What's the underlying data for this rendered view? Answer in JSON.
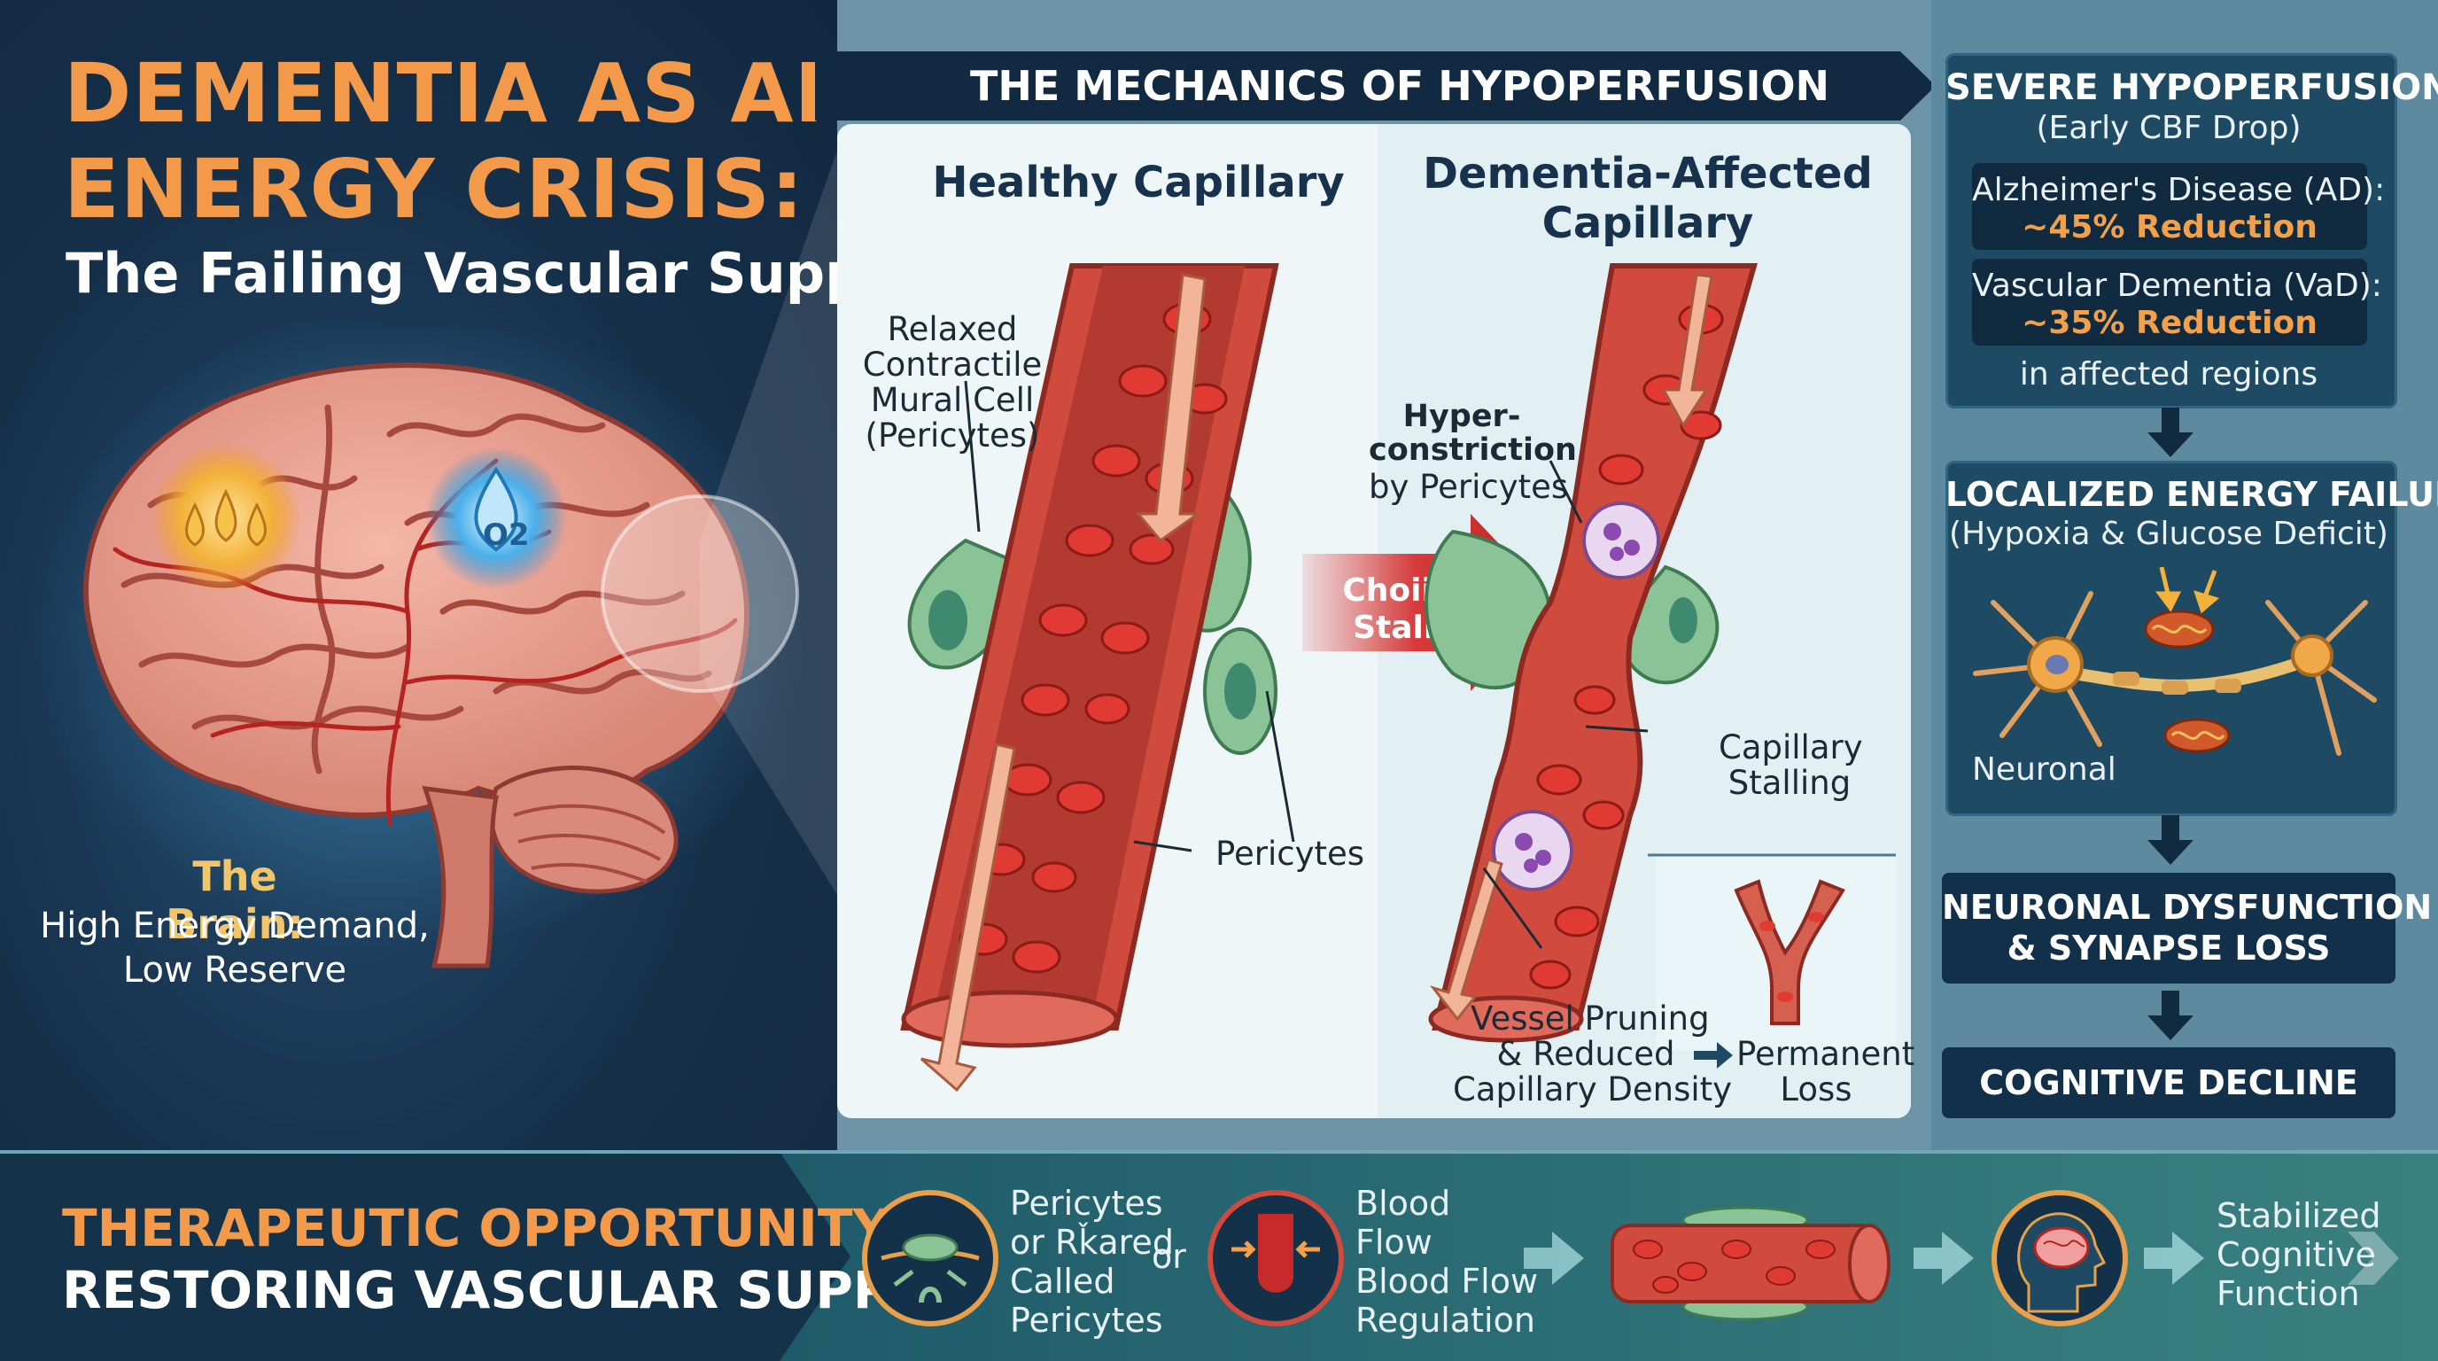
{
  "header": {
    "title_line1": "DEMENTIA AS AN",
    "title_line2": "ENERGY CRISIS:",
    "subtitle": "The Failing Vascular Supply"
  },
  "brain": {
    "label_title": "The Brain:",
    "label_line1": "High Energy Demand,",
    "label_line2": "Low Reserve",
    "oxygen_symbol": "O2"
  },
  "mechanics": {
    "banner": "THE MECHANICS OF HYPOPERFUSION",
    "healthy": {
      "title": "Healthy Capillary",
      "mural_lines": [
        "Relaxed",
        "Contractile",
        "Mural Cell",
        "(Pericytes)"
      ],
      "pericytes_label": "Pericytes"
    },
    "transition_arrow": {
      "line1": "Choiilary",
      "line2": "Stalling"
    },
    "affected": {
      "title_line1": "Dementia-Affected",
      "title_line2": "Capillary",
      "hyper_lines": [
        "Hyper-",
        "constriction",
        "by Pericytes"
      ],
      "stalling_lines": [
        "Capillary",
        "Stalling"
      ],
      "pruning_lines": [
        "Vessel Pruning",
        "& Reduced",
        "Capillary Density"
      ],
      "permanent_lines": [
        "Permanent",
        "Loss"
      ]
    }
  },
  "flow": {
    "severe": {
      "title": "SEVERE HYPOPERFUSION",
      "subtitle": "(Early CBF Drop)",
      "ad_label": "Alzheimer's Disease (AD):",
      "ad_value": "~45% Reduction",
      "vad_label": "Vascular Dementia (VaD):",
      "vad_value": "~35% Reduction",
      "note": "in affected regions"
    },
    "energy": {
      "title": "LOCALIZED ENERGY FAILURE",
      "subtitle": "(Hypoxia & Glucose Deficit)",
      "neuronal_label": "Neuronal"
    },
    "dysfunction": {
      "line1": "NEURONAL DYSFUNCTION",
      "line2": "& SYNAPSE LOSS"
    },
    "decline": "COGNITIVE DECLINE"
  },
  "therapy": {
    "title_line1": "THERAPEUTIC OPPORTUNITY:",
    "title_line2": "RESTORING VASCULAR SUPPLY",
    "item1_lines": [
      "Pericytes",
      "or Rǩared",
      "Called",
      "Pericytes"
    ],
    "item1_or": "or",
    "item2_lines": [
      "Blood",
      "Flow",
      "Blood Flow",
      "Regulation"
    ],
    "result_lines": [
      "Stabilized",
      "Cognitive",
      "Function"
    ]
  },
  "colors": {
    "accent_orange": "#f39a4a",
    "navy": "#17324d",
    "vessel_red": "#c9433a",
    "pericyte_green": "#7cb88a",
    "arrow_red": "#c62a2a"
  }
}
